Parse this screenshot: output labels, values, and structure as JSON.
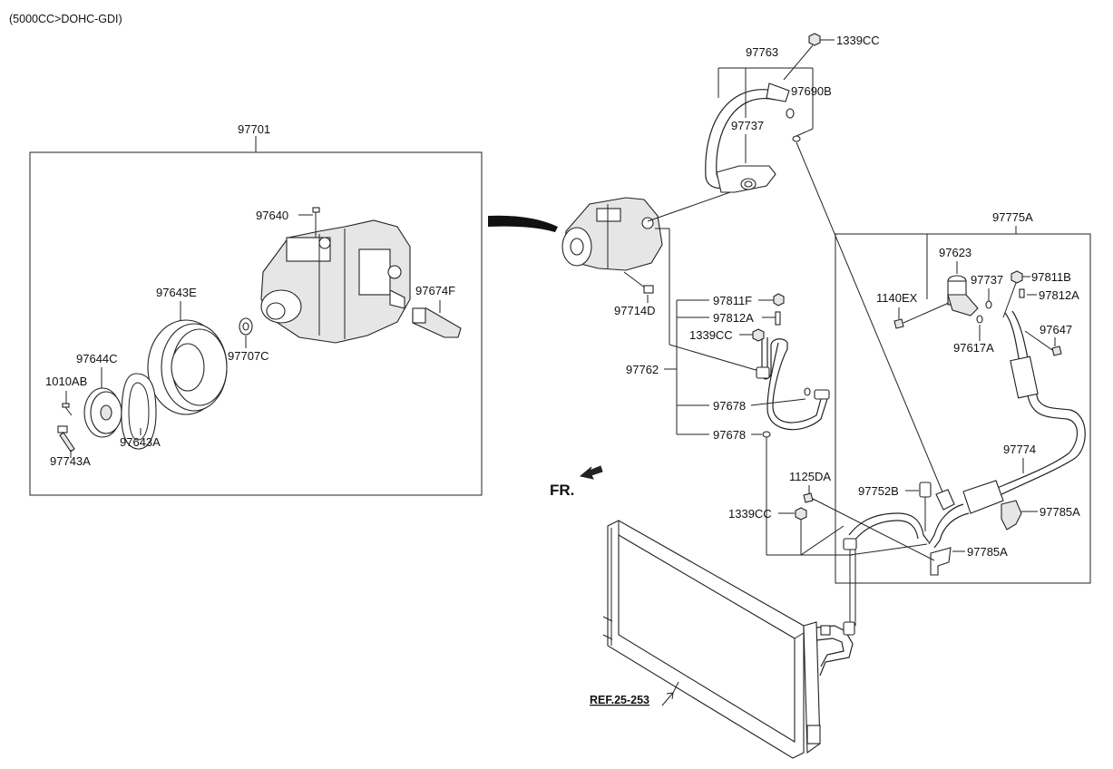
{
  "header": {
    "engine_variant": "(5000CC>DOHC-GDI)"
  },
  "labels": {
    "p97701": "97701",
    "p97640": "97640",
    "p97643E": "97643E",
    "p97674F": "97674F",
    "p97644C": "97644C",
    "p97707C": "97707C",
    "p1010AB": "1010AB",
    "p97643A": "97643A",
    "p97743A": "97743A",
    "p97763": "97763",
    "p1339CC_top": "1339CC",
    "p97690B": "97690B",
    "p97737_top": "97737",
    "p97714D": "97714D",
    "p97811F": "97811F",
    "p97812A_mid": "97812A",
    "p1339CC_mid": "1339CC",
    "p97762": "97762",
    "p97678_a": "97678",
    "p97678_b": "97678",
    "p97775A": "97775A",
    "p97623": "97623",
    "p97737_right": "97737",
    "p97811B": "97811B",
    "p1140EX": "1140EX",
    "p97812A_right": "97812A",
    "p97647": "97647",
    "p97617A": "97617A",
    "p97774": "97774",
    "p1125DA": "1125DA",
    "p97752B": "97752B",
    "p97785A_a": "97785A",
    "p1339CC_low": "1339CC",
    "p97785A_b": "97785A",
    "fr": "FR.",
    "ref": "REF.25-253"
  }
}
